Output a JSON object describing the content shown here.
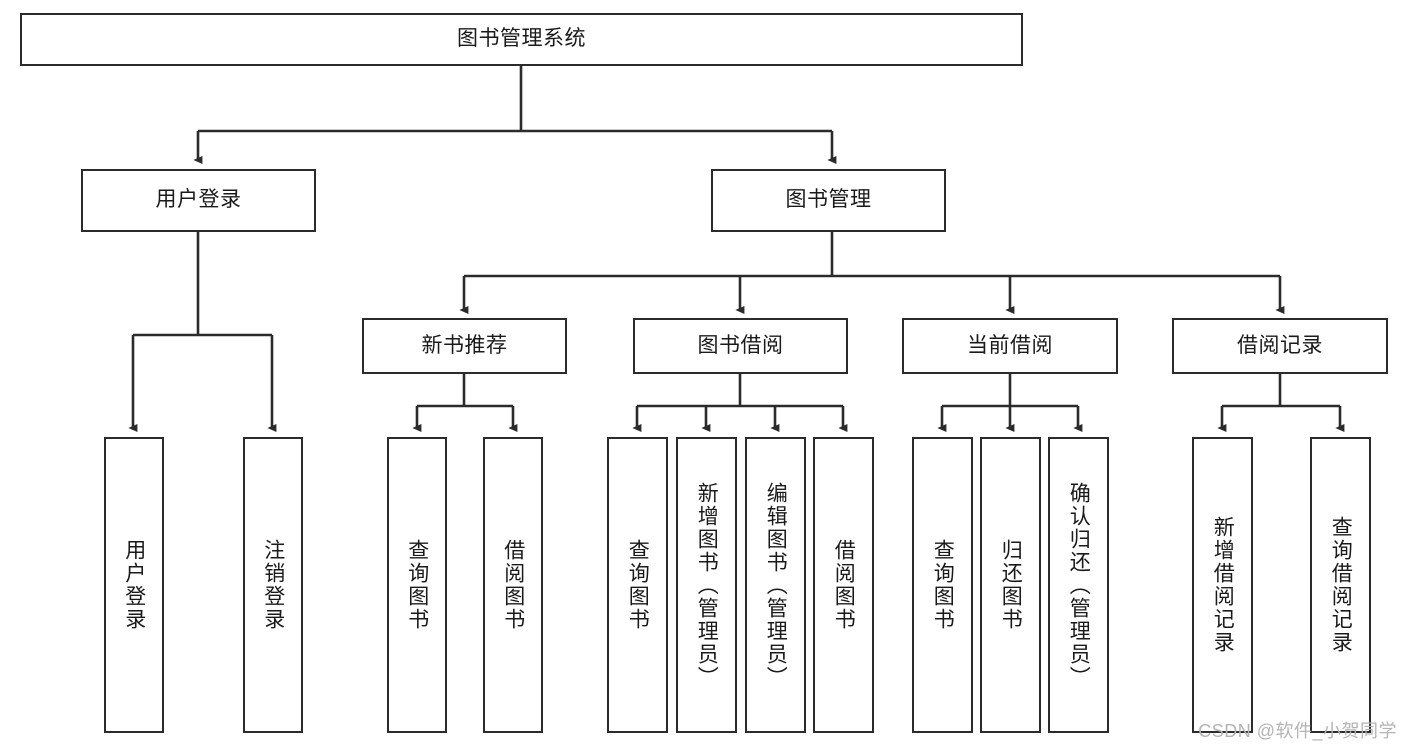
{
  "diagram": {
    "type": "hierarchy-tree",
    "title": "图书管理系统",
    "root": {
      "id": "root",
      "label": "图书管理系统"
    },
    "level2": [
      {
        "id": "user-login",
        "label": "用户登录"
      },
      {
        "id": "book-manage",
        "label": "图书管理"
      }
    ],
    "level3": [
      {
        "id": "new-book-rec",
        "label": "新书推荐",
        "parent": "book-manage"
      },
      {
        "id": "book-borrow",
        "label": "图书借阅",
        "parent": "book-manage"
      },
      {
        "id": "current-borrow",
        "label": "当前借阅",
        "parent": "book-manage"
      },
      {
        "id": "borrow-record",
        "label": "借阅记录",
        "parent": "book-manage"
      }
    ],
    "leaves": [
      {
        "id": "leaf-user-login",
        "label": "用户登录",
        "parent": "user-login"
      },
      {
        "id": "leaf-logout",
        "label": "注销登录",
        "parent": "user-login"
      },
      {
        "id": "leaf-query-book-1",
        "label": "查询图书",
        "parent": "new-book-rec"
      },
      {
        "id": "leaf-borrow-book-1",
        "label": "借阅图书",
        "parent": "new-book-rec"
      },
      {
        "id": "leaf-query-book-2",
        "label": "查询图书",
        "parent": "book-borrow"
      },
      {
        "id": "leaf-add-book",
        "label": "新增图书（管理员）",
        "parent": "book-borrow"
      },
      {
        "id": "leaf-edit-book",
        "label": "编辑图书（管理员）",
        "parent": "book-borrow"
      },
      {
        "id": "leaf-borrow-book-2",
        "label": "借阅图书",
        "parent": "book-borrow"
      },
      {
        "id": "leaf-query-book-3",
        "label": "查询图书",
        "parent": "current-borrow"
      },
      {
        "id": "leaf-return-book",
        "label": "归还图书",
        "parent": "current-borrow"
      },
      {
        "id": "leaf-confirm-return",
        "label": "确认归还（管理员）",
        "parent": "current-borrow"
      },
      {
        "id": "leaf-add-record",
        "label": "新增借阅记录",
        "parent": "borrow-record"
      },
      {
        "id": "leaf-query-record",
        "label": "查询借阅记录",
        "parent": "borrow-record"
      }
    ],
    "watermark": "CSDN @软件_小贺同学",
    "colors": {
      "stroke": "#2b2b2b",
      "background": "#ffffff",
      "text": "#1a1a1a",
      "watermark": "#b4b4b4"
    }
  }
}
